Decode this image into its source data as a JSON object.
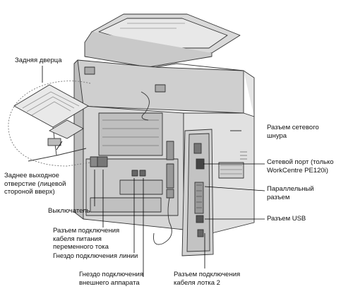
{
  "labels": {
    "rear_door": "Задняя дверца",
    "rear_output": "Заднее выходное\nотверстие (лицевой\nстороной вверх)",
    "power_switch": "Выключатель",
    "ac_connector": "Разъем подключения\nкабеля питания\nпеременного тока",
    "line_jack": "Гнездо подключения линии",
    "ext_jack": "Гнездо подключения\nвнешнего аппарата",
    "tray2_connector": "Разъем подключения\nкабеля лотка 2",
    "power_cord": "Разъем сетевого\nшнура",
    "network_port": "Сетевой порт (только\nWorkCentre PE120i)",
    "parallel": "Параллельный\nразъем",
    "usb": "Разъем USB"
  }
}
